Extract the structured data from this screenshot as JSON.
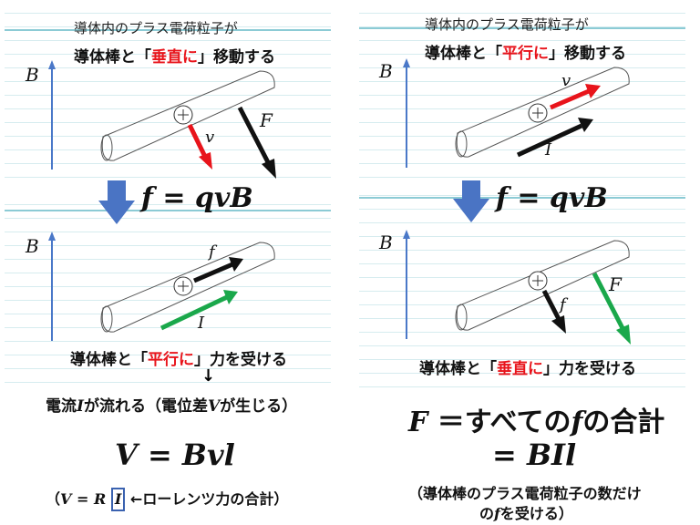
{
  "left_panel": {
    "top": {
      "caption_line1": "導体内のプラス電荷粒子が",
      "caption_line2_pre": "導体棒と「",
      "caption_line2_highlight": "垂直に",
      "caption_line2_post": "」移動する",
      "b_label": "B",
      "velocity_label": "v",
      "force_label": "F",
      "velocity_arrow_color": "#e8141b",
      "force_arrow_color": "#111111",
      "charge_symbol": "+"
    },
    "equation": "f = qvB",
    "bottom": {
      "b_label": "B",
      "force_label": "f",
      "current_label": "I",
      "force_arrow_color": "#111111",
      "current_arrow_color": "#1aa84b",
      "charge_symbol": "+",
      "caption_pre": "導体棒と「",
      "caption_highlight": "平行に",
      "caption_post": "」力を受ける"
    },
    "down_arrow": "↓",
    "result_line": {
      "pre": "電流",
      "var_I": "I",
      "mid": "が流れる（電位差",
      "var_V": "V",
      "post": "が生じる）"
    },
    "formula": "V = Bvl",
    "note": {
      "open": "（",
      "eq": "V = R",
      "boxed": "I",
      "post": "←ローレンツ力の合計）"
    }
  },
  "right_panel": {
    "top": {
      "caption_line1": "導体内のプラス電荷粒子が",
      "caption_line2_pre": "導体棒と「",
      "caption_line2_highlight": "平行に",
      "caption_line2_post": "」移動する",
      "b_label": "B",
      "velocity_label": "v",
      "current_label": "I",
      "velocity_arrow_color": "#e8141b",
      "current_arrow_color": "#111111",
      "charge_symbol": "+"
    },
    "equation": "f = qvB",
    "bottom": {
      "b_label": "B",
      "force_label_small": "f",
      "force_label_total": "F",
      "force_arrow_color": "#111111",
      "total_force_arrow_color": "#1aa84b",
      "charge_symbol": "+",
      "caption_pre": "導体棒と「",
      "caption_highlight": "垂直に",
      "caption_post": "」力を受ける"
    },
    "formula_line1_var": "F",
    "formula_line1_text": " ＝すべての",
    "formula_line1_f": "f",
    "formula_line1_post": "の合計",
    "formula_line2": "= BIl",
    "note_line1": "（導体棒のプラス電荷粒子の数だけ",
    "note_line2_pre": "の",
    "note_line2_f": "f",
    "note_line2_post": "を受ける）"
  },
  "colors": {
    "b_field_arrow": "#4a78c8",
    "transition_arrow": "#4a74c4",
    "highlight_red": "#e8141b",
    "green": "#1aa84b",
    "rule_line": "#d6ecef",
    "margin_line": "#8ccbd5"
  }
}
